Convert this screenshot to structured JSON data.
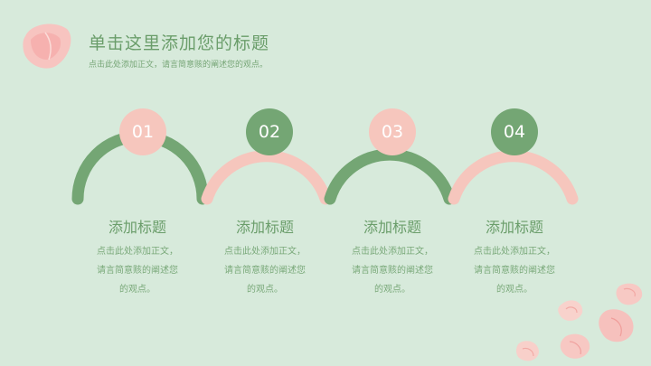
{
  "header": {
    "title": "单击这里添加您的标题",
    "subtitle": "点击此处添加正文，请言简意赅的阐述您的观点。"
  },
  "steps": [
    {
      "number": "01",
      "title": "添加标题",
      "desc_line1": "点击此处添加正文，",
      "desc_line2": "请言简意赅的阐述您",
      "desc_line3": "的观点。"
    },
    {
      "number": "02",
      "title": "添加标题",
      "desc_line1": "点击此处添加正文，",
      "desc_line2": "请言简意赅的阐述您",
      "desc_line3": "的观点。"
    },
    {
      "number": "03",
      "title": "添加标题",
      "desc_line1": "点击此处添加正文，",
      "desc_line2": "请言简意赅的阐述您",
      "desc_line3": "的观点。"
    },
    {
      "number": "04",
      "title": "添加标题",
      "desc_line1": "点击此处添加正文，",
      "desc_line2": "请言简意赅的阐述您",
      "desc_line3": "的观点。"
    }
  ],
  "colors": {
    "background": "#d7eadb",
    "green": "#74a674",
    "pink": "#f6c6bd",
    "text_green": "#6a9d6a"
  },
  "icons": [
    "petal-icon"
  ]
}
